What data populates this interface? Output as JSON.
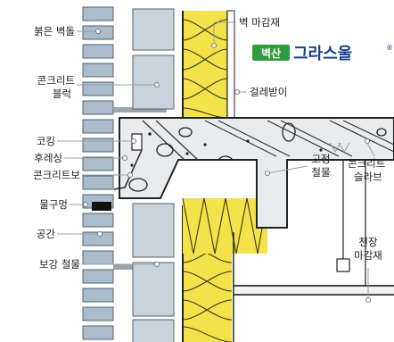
{
  "labels": {
    "red_brick": "붉은 벽돌",
    "concrete_block_line1": "콘크리트",
    "concrete_block_line2": "블럭",
    "caulking": "코킹",
    "flashing": "후레싱",
    "concrete_beam": "콘크리트보",
    "weep_hole": "물구멍",
    "air_space": "공간",
    "reinforcing_steel": "보강 철물",
    "wall_finish": "벽 마감재",
    "furring": "걸레받이",
    "fixing_hardware_line1": "고정",
    "fixing_hardware_line2": "철물",
    "concrete_slab_line1": "콘크리트",
    "concrete_slab_line2": "슬라브",
    "ceiling_line1": "천장",
    "ceiling_line2": "마감재"
  },
  "brand": {
    "badge": "벽산",
    "name": "그라스울",
    "mark": "®"
  },
  "colors": {
    "brick": "#a9bdcc",
    "concrete": "#e9ecee",
    "insulation": "#f3e24a",
    "brand_green": "#2f9d3f",
    "brand_blue": "#1b3f8f"
  }
}
